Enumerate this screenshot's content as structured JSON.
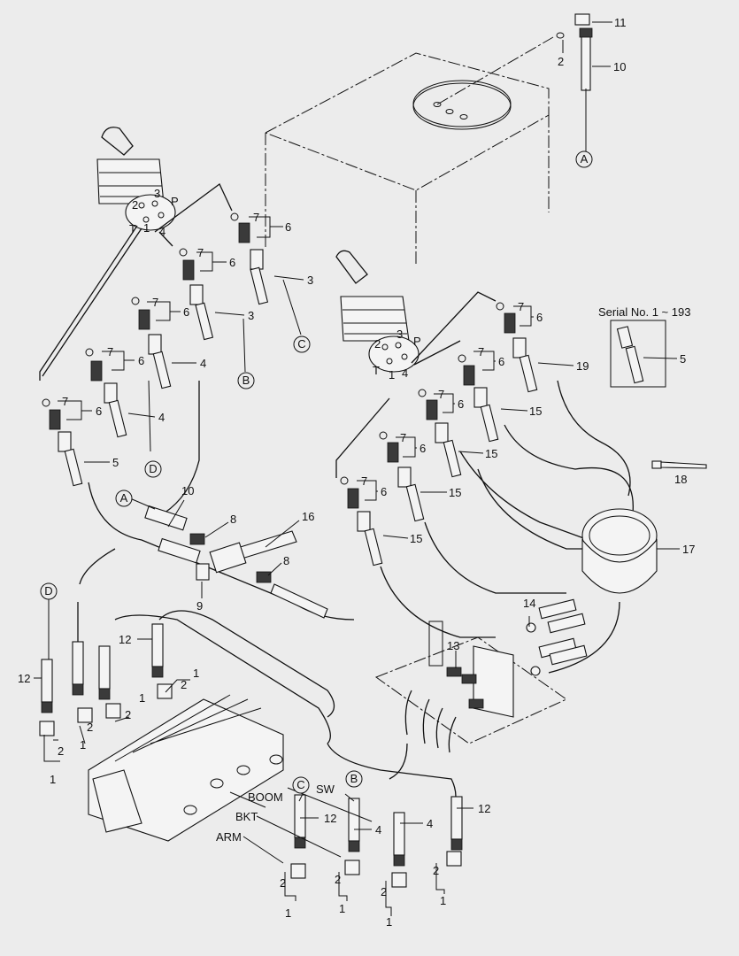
{
  "callouts": {
    "n1": "1",
    "n2": "2",
    "n3": "3",
    "n4": "4",
    "n5": "5",
    "n6": "6",
    "n7": "7",
    "n8": "8",
    "n9": "9",
    "n10": "10",
    "n11": "11",
    "n12": "12",
    "n13": "13",
    "n14": "14",
    "n15": "15",
    "n16": "16",
    "n17": "17",
    "n18": "18",
    "n19": "19"
  },
  "refs": {
    "A": "A",
    "B": "B",
    "C": "C",
    "D": "D"
  },
  "valve_ports": {
    "p1": "1",
    "p2": "2",
    "p3": "3",
    "p4": "4",
    "pP": "P",
    "pT": "T"
  },
  "functions": {
    "boom": "BOOM",
    "sw": "SW",
    "bkt": "BKT",
    "arm": "ARM"
  },
  "serial_note": "Serial No. 1 ~ 193"
}
